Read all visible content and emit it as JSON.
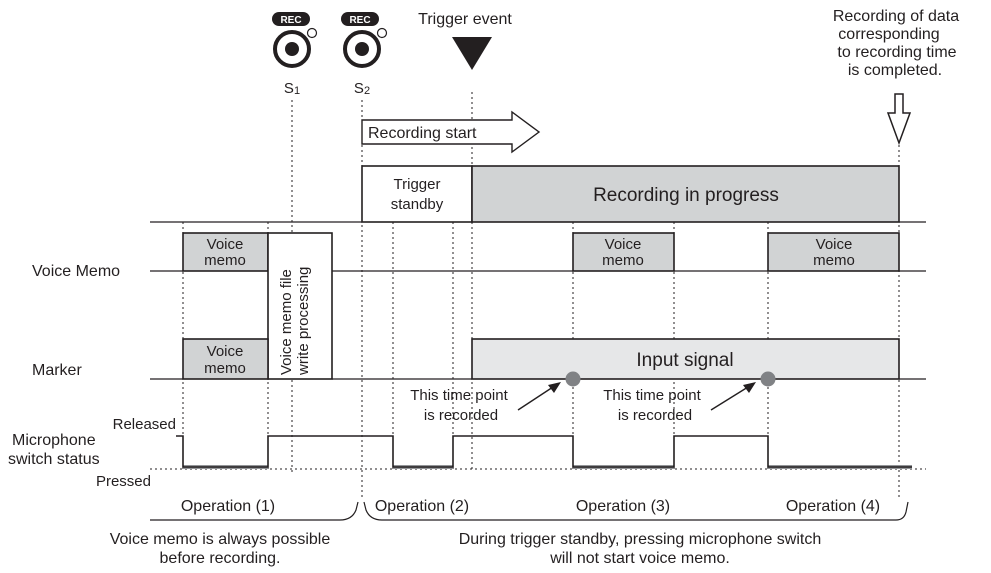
{
  "rec_badge": "REC",
  "s1_label": "S1",
  "s2_label": "S2",
  "trigger_event": "Trigger event",
  "completion_note": [
    "Recording of data",
    "corresponding",
    "to recording time",
    "is completed."
  ],
  "recording_start": "Recording start",
  "trigger_standby": [
    "Trigger",
    "standby"
  ],
  "recording_in_progress": "Recording in progress",
  "row_labels": {
    "voice_memo": "Voice Memo",
    "marker": "Marker",
    "mic_status": [
      "Microphone",
      "switch status"
    ],
    "released": "Released",
    "pressed": "Pressed"
  },
  "voice_memo_box": [
    "Voice",
    "memo"
  ],
  "write_processing": [
    "Voice memo file",
    "write processing"
  ],
  "input_signal": "Input signal",
  "time_point_note": [
    "This time point",
    "is recorded"
  ],
  "operations": [
    "Operation (1)",
    "Operation (2)",
    "Operation (3)",
    "Operation (4)"
  ],
  "bottom_notes": {
    "left": [
      "Voice memo is always possible",
      "before recording."
    ],
    "right": [
      "During trigger standby, pressing microphone switch",
      "will not start voice memo."
    ]
  }
}
